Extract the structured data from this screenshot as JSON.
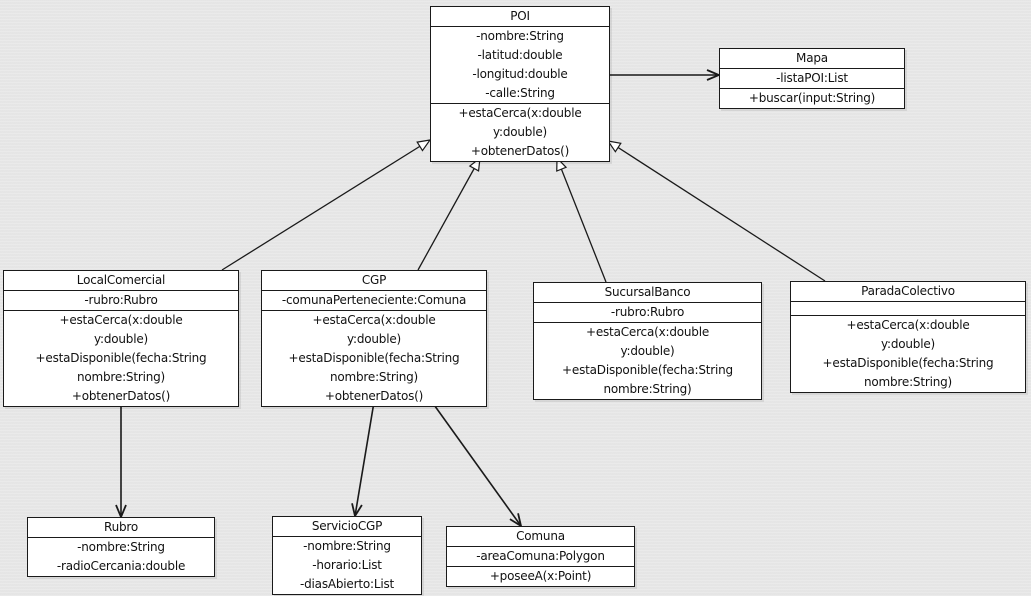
{
  "classes": {
    "poi": {
      "name": "POI",
      "attributes": [
        "-nombre:String",
        "-latitud:double",
        "-longitud:double",
        "-calle:String"
      ],
      "methods": [
        "+estaCerca(x:double",
        "y:double)",
        "+obtenerDatos()"
      ]
    },
    "mapa": {
      "name": "Mapa",
      "attributes": [
        "-listaPOI:List"
      ],
      "methods": [
        "+buscar(input:String)"
      ]
    },
    "local_comercial": {
      "name": "LocalComercial",
      "attributes": [
        "-rubro:Rubro"
      ],
      "methods": [
        "+estaCerca(x:double",
        "y:double)",
        "+estaDisponible(fecha:String",
        "nombre:String)",
        "+obtenerDatos()"
      ]
    },
    "cgp": {
      "name": "CGP",
      "attributes": [
        "-comunaPerteneciente:Comuna"
      ],
      "methods": [
        "+estaCerca(x:double",
        "y:double)",
        "+estaDisponible(fecha:String",
        "nombre:String)",
        "+obtenerDatos()"
      ]
    },
    "sucursal_banco": {
      "name": "SucursalBanco",
      "attributes": [
        "-rubro:Rubro"
      ],
      "methods": [
        "+estaCerca(x:double",
        "y:double)",
        "+estaDisponible(fecha:String",
        "nombre:String)"
      ]
    },
    "parada_colectivo": {
      "name": "ParadaColectivo",
      "attributes": [],
      "methods": [
        "+estaCerca(x:double",
        "y:double)",
        "+estaDisponible(fecha:String",
        "nombre:String)"
      ]
    },
    "rubro": {
      "name": "Rubro",
      "attributes": [
        "-nombre:String",
        "-radioCercania:double"
      ],
      "methods": []
    },
    "servicio_cgp": {
      "name": "ServicioCGP",
      "attributes": [
        "-nombre:String",
        "-horario:List",
        "-diasAbierto:List"
      ],
      "methods": []
    },
    "comuna": {
      "name": "Comuna",
      "attributes": [
        "-areaComuna:Polygon"
      ],
      "methods": [
        "+poseeA(x:Point)"
      ]
    }
  },
  "relations": [
    {
      "type": "generalization",
      "from": "LocalComercial",
      "to": "POI"
    },
    {
      "type": "generalization",
      "from": "CGP",
      "to": "POI"
    },
    {
      "type": "generalization",
      "from": "SucursalBanco",
      "to": "POI"
    },
    {
      "type": "generalization",
      "from": "ParadaColectivo",
      "to": "POI"
    },
    {
      "type": "association",
      "from": "POI",
      "to": "Mapa"
    },
    {
      "type": "association",
      "from": "LocalComercial",
      "to": "Rubro"
    },
    {
      "type": "association",
      "from": "CGP",
      "to": "ServicioCGP"
    },
    {
      "type": "association",
      "from": "CGP",
      "to": "Comuna"
    }
  ],
  "colors": {
    "background": "#e9e9e9",
    "box": "#ffffff",
    "line": "#1a1a1a"
  }
}
